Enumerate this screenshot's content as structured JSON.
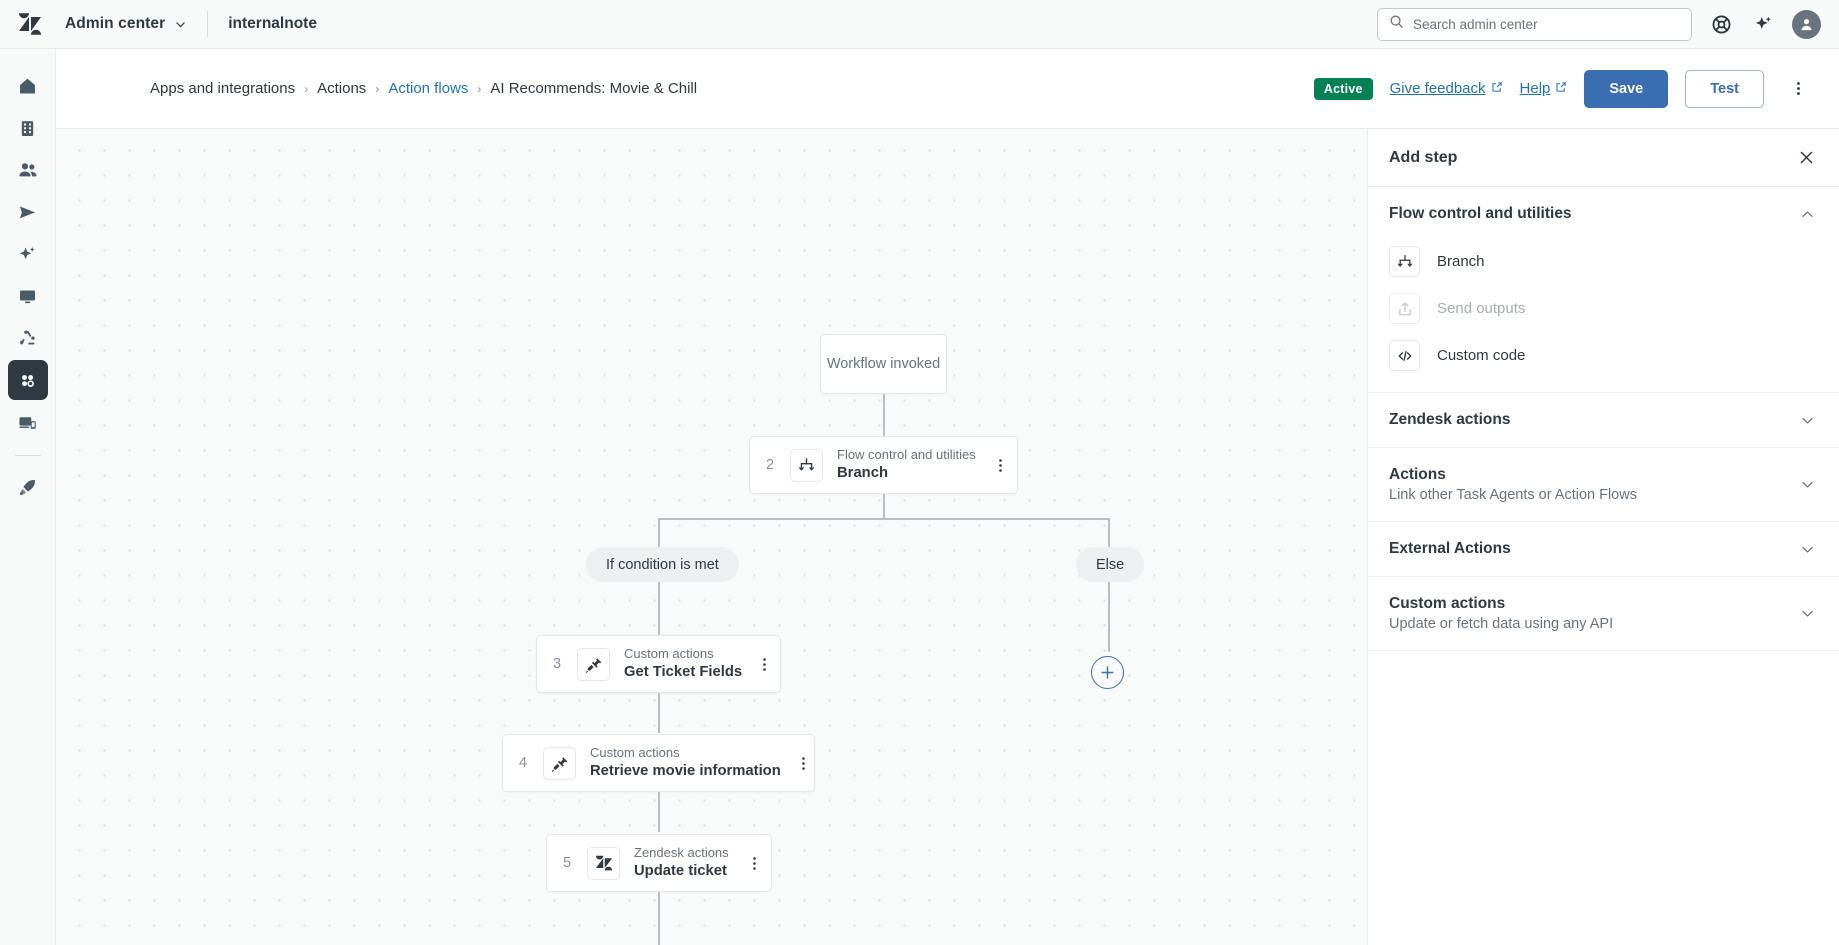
{
  "topbar": {
    "logo": "zendesk-logo",
    "brand": "Admin center",
    "account": "internalnote",
    "search_placeholder": "Search admin center",
    "search_value": "",
    "icons": [
      "search-icon",
      "chevron-down-icon",
      "lifebuoy-icon",
      "sparkle-icon",
      "user-avatar"
    ]
  },
  "sidebar": {
    "items": [
      {
        "name": "home",
        "label": "Home",
        "active": false
      },
      {
        "name": "account",
        "label": "Account",
        "active": false
      },
      {
        "name": "people",
        "label": "People",
        "active": false
      },
      {
        "name": "channels",
        "label": "Channels",
        "active": false
      },
      {
        "name": "ai",
        "label": "AI",
        "active": false
      },
      {
        "name": "workspaces",
        "label": "Workspaces",
        "active": false
      },
      {
        "name": "objects-and-rules",
        "label": "Objects and rules",
        "active": false
      },
      {
        "name": "apps-and-integrations",
        "label": "Apps and integrations",
        "active": true
      },
      {
        "name": "channels-devices",
        "label": "Channels",
        "active": false
      },
      {
        "name": "launch",
        "label": "Launch",
        "active": false
      }
    ]
  },
  "breadcrumb": {
    "items": [
      {
        "label": "Apps and integrations",
        "type": "text"
      },
      {
        "label": "Actions",
        "type": "text"
      },
      {
        "label": "Action flows",
        "type": "link"
      },
      {
        "label": "AI Recommends: Movie & Chill",
        "type": "current"
      }
    ],
    "separator": "›"
  },
  "toolbar": {
    "status_badge": "Active",
    "give_feedback": "Give feedback",
    "help": "Help",
    "save_label": "Save",
    "test_label": "Test",
    "more_menu": "more-options"
  },
  "flow": {
    "start": {
      "label": "Workflow invoked"
    },
    "nodes": [
      {
        "num": "2",
        "category": "Flow control and utilities",
        "name": "Branch",
        "icon": "branch-icon"
      },
      {
        "num": "3",
        "category": "Custom actions",
        "name": "Get Ticket Fields",
        "icon": "plug-icon"
      },
      {
        "num": "4",
        "category": "Custom actions",
        "name": "Retrieve movie information",
        "icon": "plug-icon"
      },
      {
        "num": "5",
        "category": "Zendesk actions",
        "name": "Update ticket",
        "icon": "zendesk-icon"
      }
    ],
    "branch_labels": [
      {
        "label": "If condition is met"
      },
      {
        "label": "Else"
      }
    ],
    "add_buttons": [
      {
        "name": "add-step-else-branch"
      },
      {
        "name": "add-step-if-branch"
      }
    ]
  },
  "panel": {
    "title": "Add step",
    "close": "close-icon",
    "sections": [
      {
        "title": "Flow control and utilities",
        "subtitle": "",
        "expanded": true,
        "options": [
          {
            "label": "Branch",
            "icon": "branch-icon",
            "disabled": false
          },
          {
            "label": "Send outputs",
            "icon": "upload-icon",
            "disabled": true
          },
          {
            "label": "Custom code",
            "icon": "code-icon",
            "disabled": false
          }
        ]
      },
      {
        "title": "Zendesk actions",
        "subtitle": "",
        "expanded": false,
        "options": []
      },
      {
        "title": "Actions",
        "subtitle": "Link other Task Agents or Action Flows",
        "expanded": false,
        "options": []
      },
      {
        "title": "External Actions",
        "subtitle": "",
        "expanded": false,
        "options": []
      },
      {
        "title": "Custom actions",
        "subtitle": "Update or fetch data using any API",
        "expanded": false,
        "options": []
      }
    ]
  },
  "colors": {
    "accent_blue": "#1f73b7",
    "button_blue": "#3a6eb0",
    "active_green": "#038153",
    "canvas_bg": "#f9fafa",
    "nav_active": "#2f3941"
  }
}
